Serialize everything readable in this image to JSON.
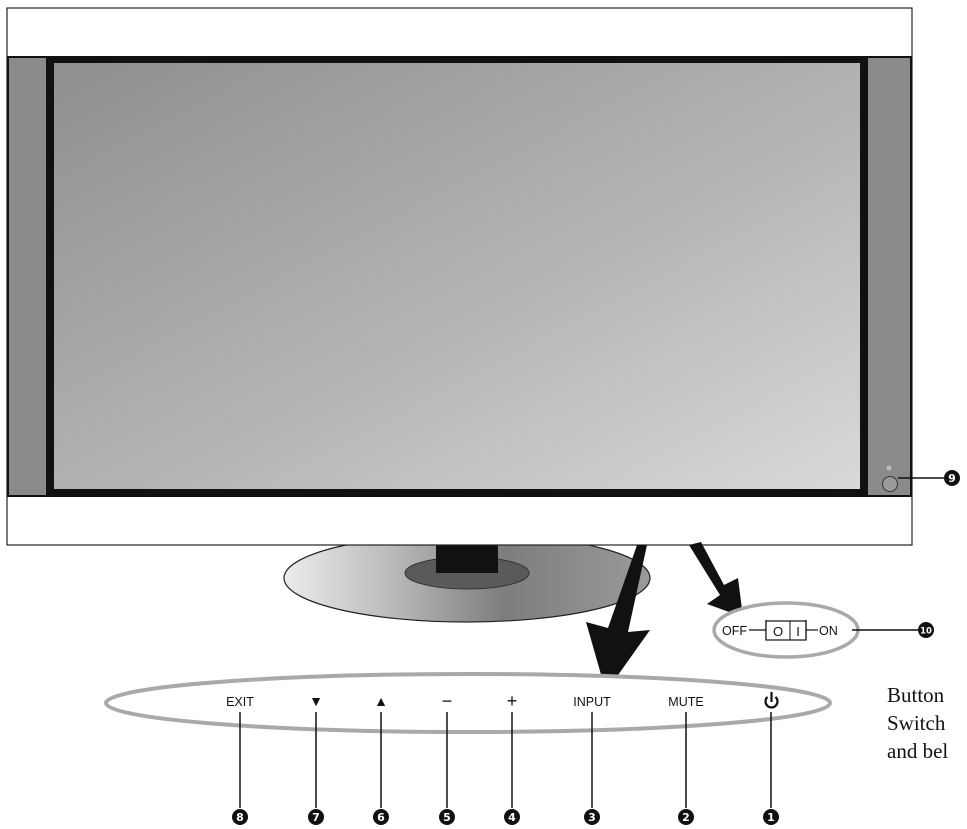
{
  "controls": [
    {
      "id": "exit",
      "label": "EXIT",
      "number": "8"
    },
    {
      "id": "down",
      "label": "▼",
      "number": "7"
    },
    {
      "id": "up",
      "label": "▲",
      "number": "6"
    },
    {
      "id": "minus",
      "label": "−",
      "number": "5"
    },
    {
      "id": "plus",
      "label": "+",
      "number": "4"
    },
    {
      "id": "input",
      "label": "INPUT",
      "number": "3"
    },
    {
      "id": "mute",
      "label": "MUTE",
      "number": "2"
    },
    {
      "id": "power",
      "label": "",
      "icon": "power-icon",
      "number": "1"
    }
  ],
  "sensor": {
    "number": "9"
  },
  "switch": {
    "off_label": "OFF",
    "off_symbol": "O",
    "on_symbol": "I",
    "on_label": "ON",
    "number": "10"
  },
  "note": {
    "line1": "Button",
    "line2": "Switch",
    "line3": "and bel"
  }
}
